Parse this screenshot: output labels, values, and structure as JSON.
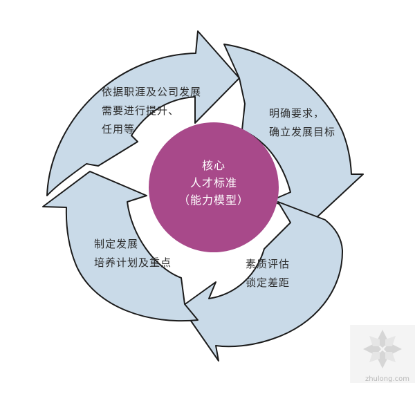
{
  "diagram": {
    "center": {
      "lines": [
        "核心",
        "人才标准",
        "（能力模型）"
      ]
    },
    "steps": [
      {
        "lines": [
          "依据职涯及公司发展",
          "需要进行提升、",
          "任用等"
        ]
      },
      {
        "lines": [
          "明确要求，",
          "确立发展目标"
        ]
      },
      {
        "lines": [
          "素质评估",
          "锁定差距"
        ]
      },
      {
        "lines": [
          "制定发展",
          "培养计划及重点"
        ]
      }
    ]
  },
  "watermark": {
    "text": "zhulong.com"
  },
  "colors": {
    "arrow_fill": "#c9dae8",
    "arrow_outline": "#1b1b1b",
    "center_fill": "#a8498a",
    "text": "#2b2b2b",
    "watermark": "#cfcfcf"
  }
}
